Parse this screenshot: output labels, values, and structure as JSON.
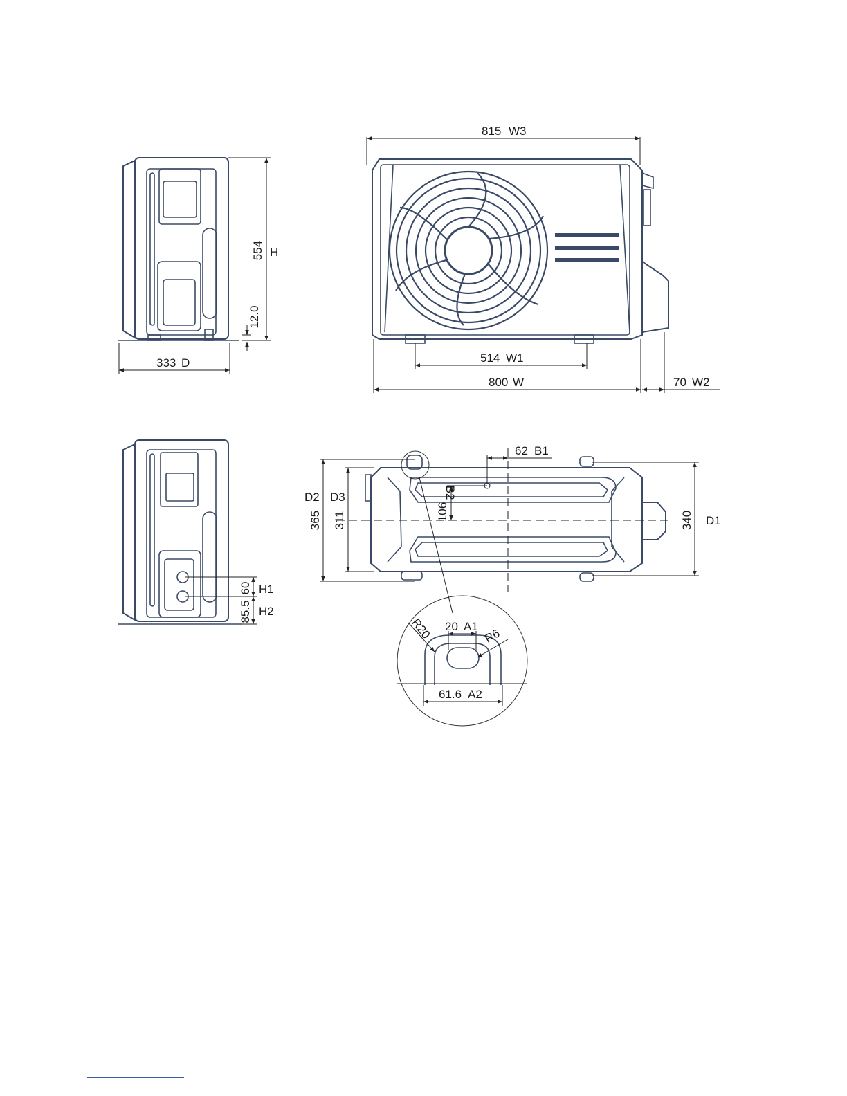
{
  "dimensions": {
    "w3": {
      "value": "815",
      "label": "W3"
    },
    "w1": {
      "value": "514",
      "label": "W1"
    },
    "w": {
      "value": "800",
      "label": "W"
    },
    "w2": {
      "value": "70",
      "label": "W2"
    },
    "h": {
      "value": "554",
      "label": "H"
    },
    "h_base": {
      "value": "12.0"
    },
    "d": {
      "value": "333",
      "label": "D"
    },
    "b1": {
      "value": "62",
      "label": "B1"
    },
    "b2": {
      "value": "106",
      "label": "B2"
    },
    "d2": {
      "value": "365",
      "label": "D2"
    },
    "d3": {
      "value": "311",
      "label": "D3"
    },
    "d1": {
      "value": "340",
      "label": "D1"
    },
    "h1": {
      "value": "60",
      "label": "H1"
    },
    "h2": {
      "value": "85.5",
      "label": "H2"
    },
    "a1": {
      "value": "20",
      "label": "A1"
    },
    "a2": {
      "value": "61.6",
      "label": "A2"
    },
    "r20": {
      "value": "R20"
    },
    "r6": {
      "value": "R6"
    }
  },
  "colors": {
    "outline": "#3a4a66",
    "dimension_line": "#222222",
    "footer_rule": "#3a5ca8"
  }
}
